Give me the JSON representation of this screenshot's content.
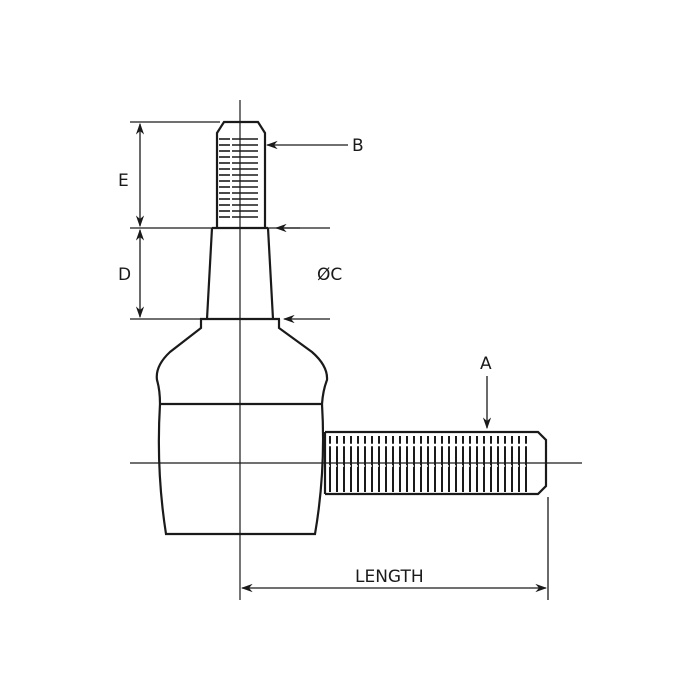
{
  "diagram": {
    "subject": "tie rod end",
    "labels": {
      "a": "A",
      "b": "B",
      "c": "ØC",
      "d": "D",
      "e": "E",
      "length": "LENGTH"
    },
    "colors": {
      "line": "#1a1a1a",
      "background": "#ffffff"
    }
  }
}
